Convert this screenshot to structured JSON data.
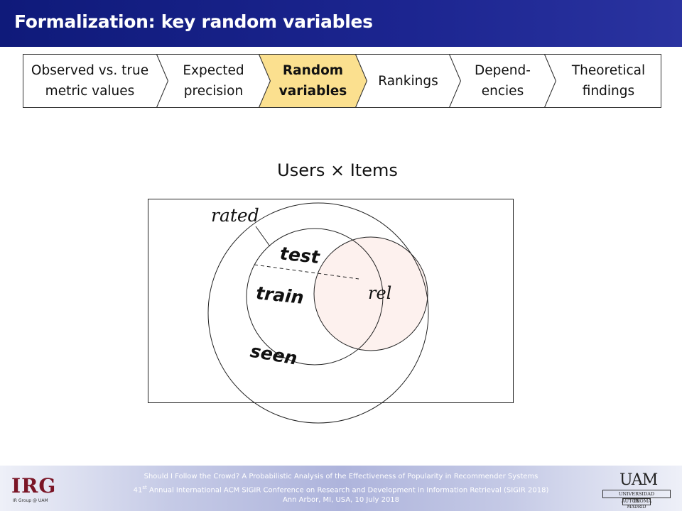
{
  "slide": {
    "title": "Formalization: key random variables"
  },
  "steps": [
    {
      "label": "Observed vs. true\nmetric values",
      "active": false
    },
    {
      "label": "Expected\nprecision",
      "active": false
    },
    {
      "label": "Random\nvariables",
      "active": true
    },
    {
      "label": "Rankings",
      "active": false
    },
    {
      "label": "Depend-\nencies",
      "active": false
    },
    {
      "label": "Theoretical\nfindings",
      "active": false
    }
  ],
  "venn": {
    "title": "Users × Items",
    "labels": {
      "rated": "rated",
      "test": "test",
      "train": "train",
      "rel": "rel",
      "seen": "seen"
    }
  },
  "colors": {
    "title_bar": "#1c2590",
    "active_step": "#fbe08f",
    "rel_fill": "#fdf1ee"
  },
  "footer": {
    "line1": "Should I Follow the Crowd? A Probabilistic Analysis of the Effectiveness of Popularity in Recommender Systems",
    "line2_sup": "st",
    "line2_pre": "41",
    "line2_post": " Annual International ACM SIGIR Conference on Research and Development in Information Retrieval (SIGIR 2018)",
    "line3": "Ann Arbor, MI, USA, 10 July 2018",
    "irg_logo": "IRG",
    "irg_sub": "IR Group @ UAM",
    "uam_mark": "UAM",
    "uam_line1": "UNIVERSIDAD AUTONOMA",
    "uam_line2": "DE MADRID"
  }
}
